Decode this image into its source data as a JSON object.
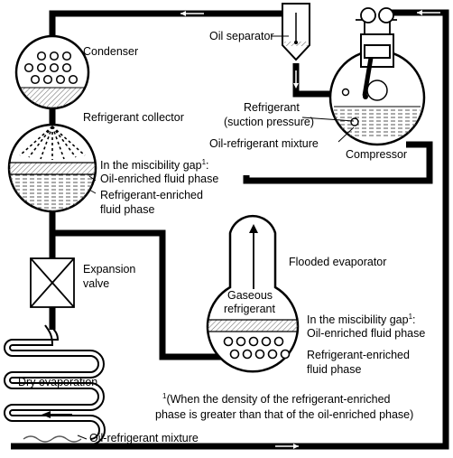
{
  "labels": {
    "condenser": "Condenser",
    "oil_separator": "Oil separator",
    "refrigerant_line1": "Refrigerant",
    "refrigerant_line2": "(suction pressure)",
    "oil_refrigerant_mixture_compressor": "Oil-refrigerant mixture",
    "compressor": "Compressor",
    "refrigerant_collector": "Refrigerant collector",
    "collector_gap_prefix": "In the miscibility gap",
    "collector_gap_sup": "1",
    "collector_gap_suffix": ":",
    "collector_oil_phase": "Oil-enriched fluid phase",
    "collector_ref_phase_line1": "Refrigerant-enriched",
    "collector_ref_phase_line2": "fluid phase",
    "expansion_valve_line1": "Expansion",
    "expansion_valve_line2": "valve",
    "flooded_evaporator": "Flooded evaporator",
    "gaseous_line1": "Gaseous",
    "gaseous_line2": "refrigerant",
    "evap_gap_prefix": "In the miscibility gap",
    "evap_gap_sup": "1",
    "evap_gap_suffix": ":",
    "evap_oil_phase": "Oil-enriched fluid phase",
    "evap_ref_phase_line1": "Refrigerant-enriched",
    "evap_ref_phase_line2": "fluid phase",
    "dry_evaporation": "Dry evaporation",
    "footnote_sup": "1",
    "footnote_line1": "(When the density of the refrigerant-enriched",
    "footnote_line2": "phase is greater than that of the oil-enriched phase)",
    "oil_refrigerant_mixture_coil": "Oil-refrigerant mixture"
  },
  "icons": [
    "flow-arrow-icon",
    "gas-rise-arrow-icon",
    "bubble-icon",
    "droplet-icon"
  ],
  "colors": {
    "line": "#000000",
    "background": "#ffffff",
    "liquid_hatch": "#777777"
  }
}
